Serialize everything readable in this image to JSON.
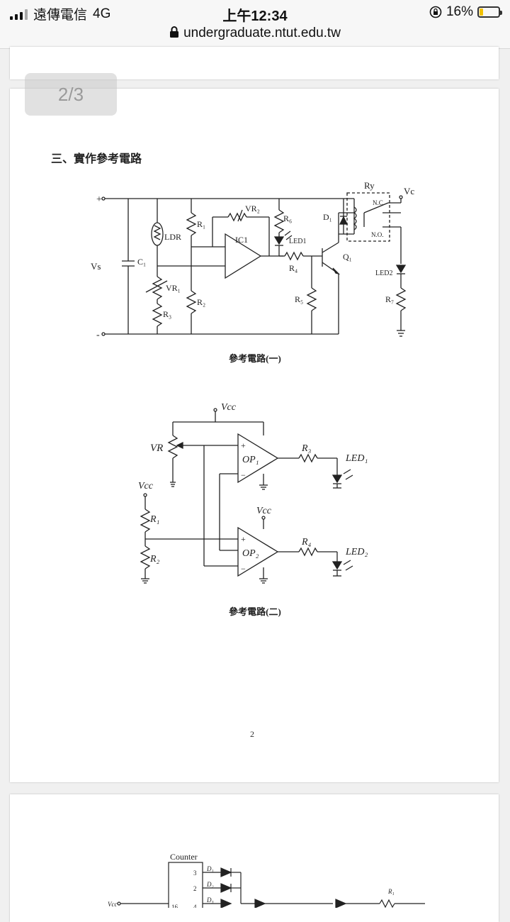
{
  "status_bar": {
    "carrier": "遠傳電信",
    "network": "4G",
    "time": "上午12:34",
    "url": "undergraduate.ntut.edu.tw",
    "battery_percent": "16%"
  },
  "viewer": {
    "page_indicator": "2/3"
  },
  "document": {
    "section_title": "三、實作參考電路",
    "circuit1": {
      "caption": "參考電路(一)",
      "labels": {
        "plus": "+",
        "minus": "-",
        "vs": "Vs",
        "c1": "C₁",
        "ldr": "LDR",
        "vr1": "VR₁",
        "r3": "R₃",
        "r1": "R₁",
        "r2": "R₂",
        "vr2": "VR₂",
        "ic1": "IC1",
        "r6": "R₆",
        "led1": "LED1",
        "r4": "R₄",
        "r5": "R₅",
        "d1": "D₁",
        "q1": "Q₁",
        "ry": "Ry",
        "nc": "N.C.",
        "no": "N.O.",
        "vc": "Vc",
        "led2": "LED2",
        "r7": "R₇"
      }
    },
    "circuit2": {
      "caption": "參考電路(二)",
      "labels": {
        "vcc_top": "Vcc",
        "vr": "VR",
        "op1": "OP₁",
        "r3": "R₃",
        "led1": "LED₁",
        "vcc_left": "Vcc",
        "r1": "R₁",
        "r2": "R₂",
        "vcc_mid": "Vcc",
        "op2": "OP₂",
        "r4": "R₄",
        "led2": "LED₂"
      }
    },
    "page_number": "2",
    "next_page": {
      "counter_label": "Counter",
      "pins": [
        "3",
        "2",
        "16",
        "4"
      ],
      "d_labels": [
        "D₁",
        "D₂",
        "D₃"
      ],
      "r_label": "R₁",
      "vcc_label": "Vcc"
    }
  }
}
